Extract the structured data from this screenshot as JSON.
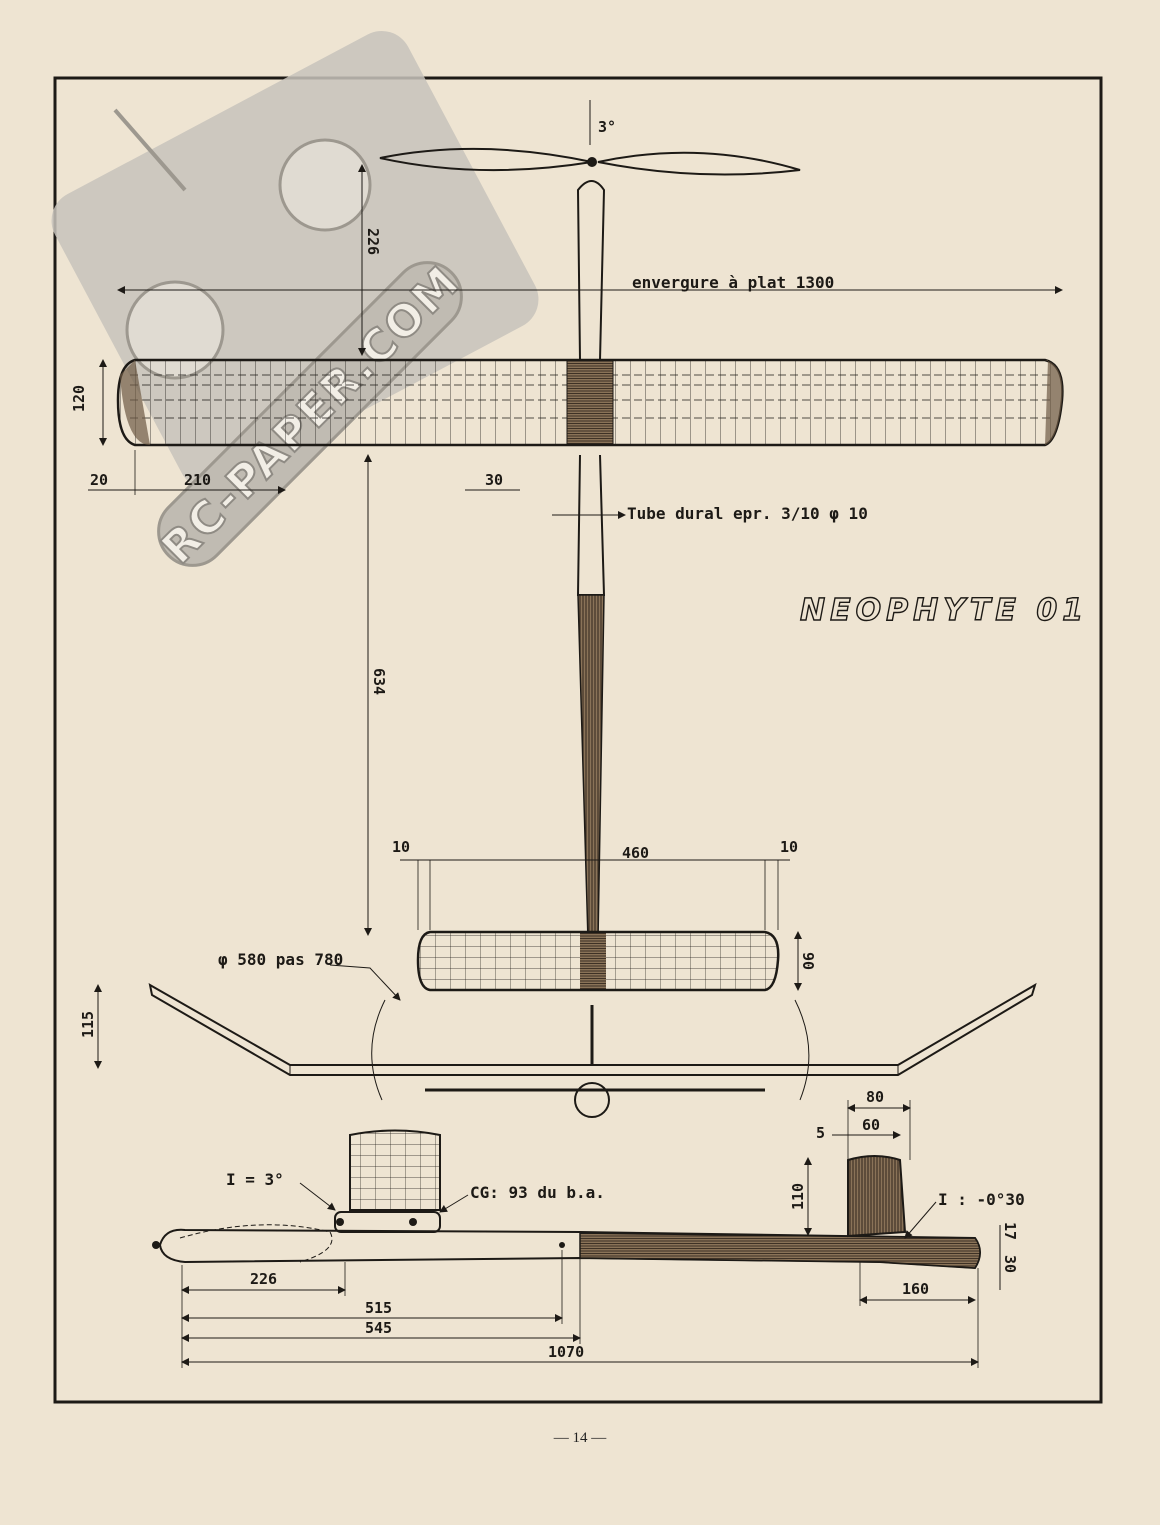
{
  "title": "NEOPHYTE 01",
  "watermark": "RC-PAPER.COM",
  "page_number": "— 14 —",
  "labels": {
    "prop_angle": "3°",
    "span_note": "envergure à plat 1300",
    "dim_226_top": "226",
    "dim_120": "120",
    "dim_20": "20",
    "dim_210": "210",
    "dim_30_wing": "30",
    "tube_note": "Tube dural epr. 3/10  φ 10",
    "dim_634": "634",
    "dim_10_left": "10",
    "dim_460": "460",
    "dim_10_right": "10",
    "dim_90": "90",
    "prop_note": "φ 580 pas 780",
    "dim_115": "115",
    "dim_80": "80",
    "dim_5": "5",
    "dim_60": "60",
    "incidence_wing": "I = 3°",
    "cg_note": "CG: 93 du b.a.",
    "dim_110": "110",
    "incidence_tail": "I : -0°30",
    "dim_17": "17",
    "dim_30_tail": "30",
    "dim_226_side": "226",
    "dim_515": "515",
    "dim_545": "545",
    "dim_160": "160",
    "dim_1070": "1070"
  }
}
